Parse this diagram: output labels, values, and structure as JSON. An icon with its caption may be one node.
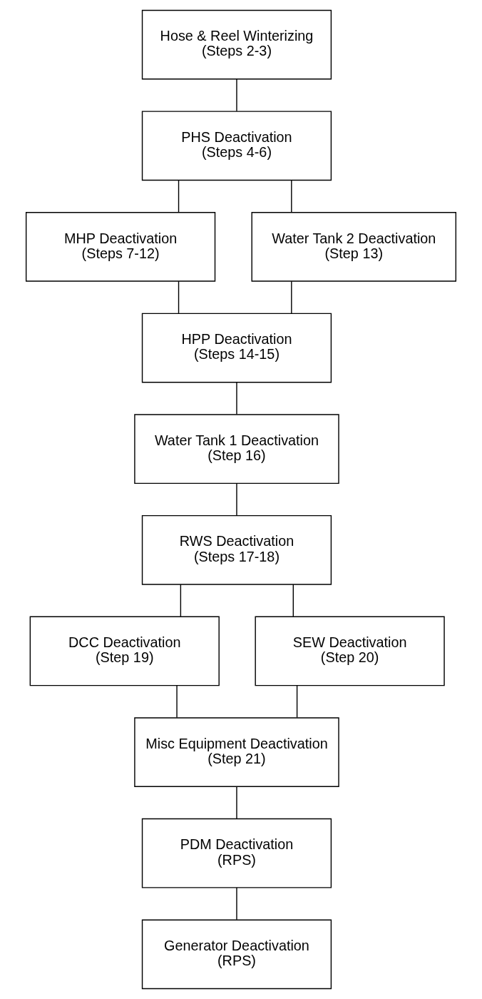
{
  "diagram": {
    "nodes": [
      {
        "text": [
          "Hose & Reel Winterizing",
          "(Steps 2-3)"
        ]
      },
      {
        "text": [
          "PHS Deactivation",
          "(Steps 4-6)"
        ]
      },
      {
        "text": [
          "MHP Deactivation",
          "(Steps 7-12)"
        ]
      },
      {
        "text": [
          "Water Tank 2 Deactivation",
          "(Step 13)"
        ]
      },
      {
        "text": [
          "HPP Deactivation",
          "(Steps 14-15)"
        ]
      },
      {
        "text": [
          "Water Tank 1 Deactivation",
          "(Step 16)"
        ]
      },
      {
        "text": [
          "RWS Deactivation",
          "(Steps 17-18)"
        ]
      },
      {
        "text": [
          "DCC Deactivation",
          "(Step 19)"
        ]
      },
      {
        "text": [
          "SEW Deactivation",
          "(Step 20)"
        ]
      },
      {
        "text": [
          "Misc Equipment Deactivation",
          "(Step 21)"
        ]
      },
      {
        "text": [
          "PDM Deactivation",
          "(RPS)"
        ]
      },
      {
        "text": [
          "Generator Deactivation",
          "(RPS)"
        ]
      }
    ],
    "edges": [
      {
        "from": 0,
        "to": 1,
        "arrow": "none"
      },
      {
        "from": 1,
        "to": 2,
        "arrow": "none"
      },
      {
        "from": 1,
        "to": 3,
        "arrow": "none"
      },
      {
        "from": 2,
        "to": 4,
        "arrow": "none"
      },
      {
        "from": 3,
        "to": 4,
        "arrow": "none"
      },
      {
        "from": 4,
        "to": 5,
        "arrow": "none"
      },
      {
        "from": 5,
        "to": 6,
        "arrow": "none"
      },
      {
        "from": 6,
        "to": 7,
        "arrow": "none"
      },
      {
        "from": 6,
        "to": 8,
        "arrow": "none"
      },
      {
        "from": 7,
        "to": 9,
        "arrow": "none"
      },
      {
        "from": 8,
        "to": 9,
        "arrow": "none"
      },
      {
        "from": 9,
        "to": 10,
        "arrow": "none"
      },
      {
        "from": 10,
        "to": 11,
        "arrow": "none"
      }
    ]
  }
}
